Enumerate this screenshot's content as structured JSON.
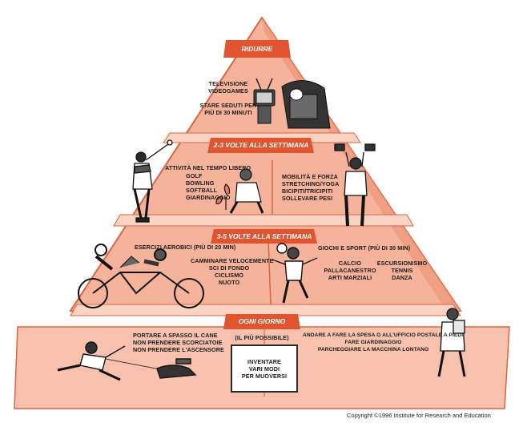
{
  "colors": {
    "pyramid_fill": "#f6b39c",
    "pyramid_edge": "#d9653f",
    "banner": "#e0542f",
    "ground": "#f7c1ad",
    "ink": "#1a1a1a"
  },
  "tiers": {
    "top": {
      "banner": "RIDURRE",
      "items": [
        "TELEVISIONE",
        "VIDEOGAMES",
        "STARE SEDUTI PER",
        "PIÙ DI 30 MINUTI"
      ]
    },
    "second": {
      "banner": "2-3 VOLTE ALLA SETTIMANA",
      "left_title": "ATTIVITÀ NEL TEMPO LIBERO",
      "left_items": [
        "GOLF",
        "BOWLING",
        "SOFTBALL",
        "GIARDINAGGIO"
      ],
      "right_items": [
        "MOBILITÀ E FORZA",
        "STRETCHING/YOGA",
        "BICIPITI/TRICIPITI",
        "SOLLEVARE PESI"
      ]
    },
    "third": {
      "banner": "3-5 VOLTE ALLA SETTIMANA",
      "left_title": "ESERCIZI AEROBICI (PIÙ DI 20 MIN)",
      "left_items": [
        "CAMMINARE VELOCEMENTE",
        "SCI DI FONDO",
        "CICLISMO",
        "NUOTO"
      ],
      "right_title": "GIOCHI E SPORT (PIÙ DI 30 MIN)",
      "right_col1": [
        "CALCIO",
        "PALLACANESTRO",
        "ARTI MARZIALI"
      ],
      "right_col2": [
        "ESCURSIONISMO",
        "TENNIS",
        "DANZA"
      ]
    },
    "base": {
      "banner": "OGNI GIORNO",
      "subtitle": "(IL PIÙ POSSIBILE)",
      "left_items": [
        "PORTARE A SPASSO IL CANE",
        "NON PRENDERE SCORCIATOIE",
        "NON PRENDERE L'ASCENSORE"
      ],
      "right_items": [
        "ANDARE A FARE LA SPESA O ALL'UFFICIO POSTALE A PIEDI",
        "FARE GIARDINAGGIO",
        "PARCHEGGIARE LA MACCHINA LONTANO"
      ],
      "box_lines": [
        "INVENTARE",
        "VARI MODI",
        "PER MUOVERSI"
      ]
    }
  },
  "copyright": "Copyright ©1996 Institute for Research and Education"
}
